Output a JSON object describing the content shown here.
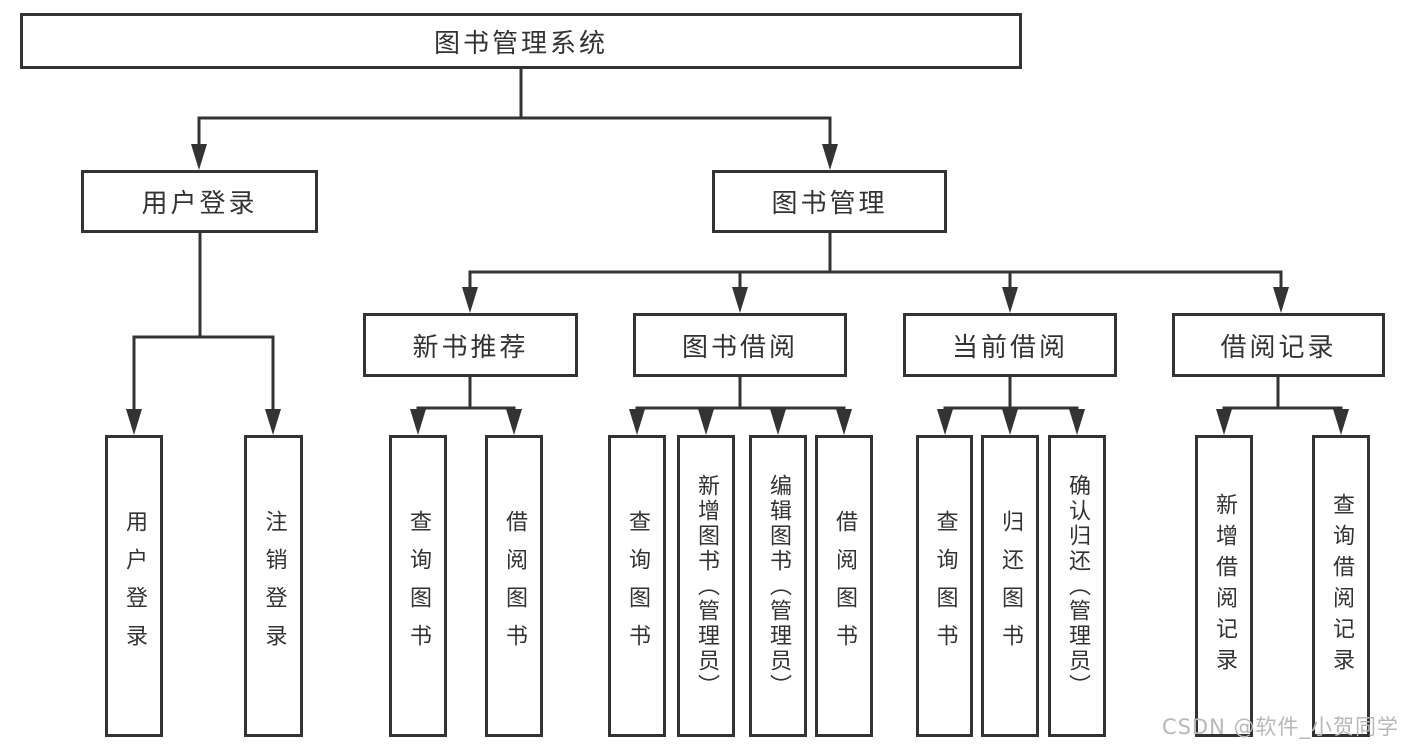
{
  "tree": {
    "label": "图书管理系统",
    "children": [
      {
        "label": "用户登录",
        "children": [
          {
            "label": "用户登录"
          },
          {
            "label": "注销登录"
          }
        ]
      },
      {
        "label": "图书管理",
        "children": [
          {
            "label": "新书推荐",
            "children": [
              {
                "label": "查询图书"
              },
              {
                "label": "借阅图书"
              }
            ]
          },
          {
            "label": "图书借阅",
            "children": [
              {
                "label": "查询图书"
              },
              {
                "label": "新增图书（管理员）"
              },
              {
                "label": "编辑图书（管理员）"
              },
              {
                "label": "借阅图书"
              }
            ]
          },
          {
            "label": "当前借阅",
            "children": [
              {
                "label": "查询图书"
              },
              {
                "label": "归还图书"
              },
              {
                "label": "确认归还（管理员）"
              }
            ]
          },
          {
            "label": "借阅记录",
            "children": [
              {
                "label": "新增借阅记录"
              },
              {
                "label": "查询借阅记录"
              }
            ]
          }
        ]
      }
    ]
  },
  "watermark": "CSDN @软件_小贺同学",
  "colors": {
    "line": "#333333",
    "text": "#333333",
    "background": "#ffffff",
    "watermark": "#b8b8b8"
  }
}
